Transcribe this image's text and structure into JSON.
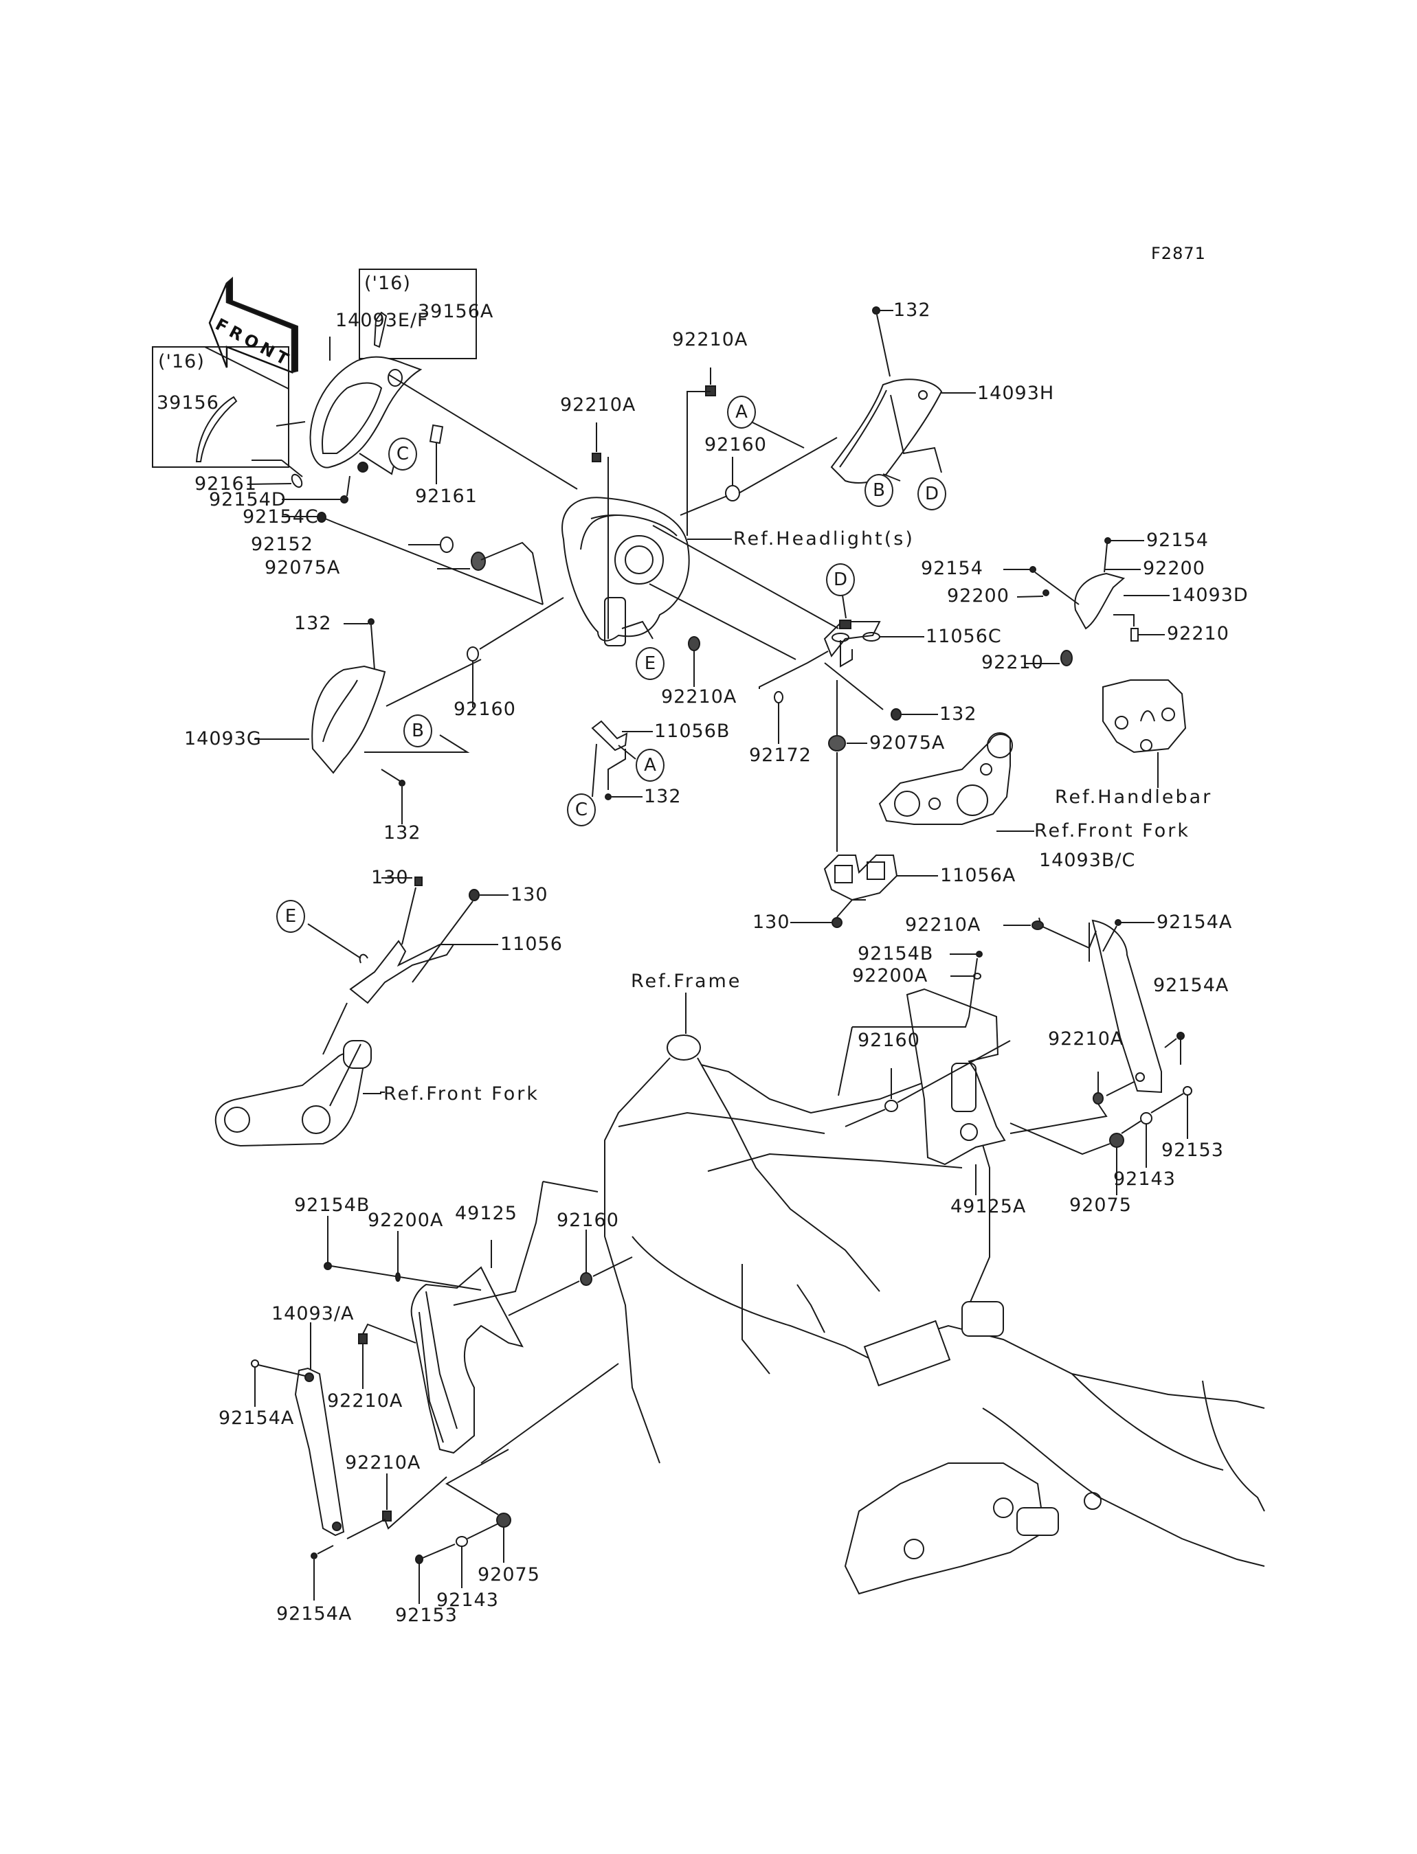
{
  "figure_id": "F2871",
  "front_arrow_label": "FRONT",
  "insets": [
    {
      "id": "inset-39156",
      "year_note": "('16)",
      "part": "39156"
    },
    {
      "id": "inset-39156A",
      "year_note": "('16)",
      "part": "39156A"
    }
  ],
  "callouts": {
    "A": "A",
    "B": "B",
    "C": "C",
    "D": "D",
    "E": "E"
  },
  "labels": {
    "p14093EF": "14093E/F",
    "p39156": "39156",
    "p39156A": "39156A",
    "p92161a": "92161",
    "p92161b": "92161",
    "p92154D": "92154D",
    "p92154C": "92154C",
    "p92152": "92152",
    "p92075A_1": "92075A",
    "p92210A_1": "92210A",
    "p92210A_2": "92210A",
    "p92160_1": "92160",
    "p132_top": "132",
    "p14093H": "14093H",
    "ref_headlight": "Ref.Headlight(s)",
    "p92154_1": "92154",
    "p92200_1": "92200",
    "p92154_2": "92154",
    "p92200_2": "92200",
    "p14093D": "14093D",
    "p92210_1": "92210",
    "p92210_2": "92210",
    "ref_handlebar": "Ref.Handlebar",
    "p11056C": "11056C",
    "p132_mid": "132",
    "p92075A_2": "92075A",
    "p92172": "92172",
    "p132_left": "132",
    "p92160_2": "92160",
    "p14093G": "14093G",
    "p132_bottom": "132",
    "p92210A_3": "92210A",
    "p11056B": "11056B",
    "p132_b2": "132",
    "ref_front_fork_1": "Ref.Front Fork",
    "p11056A": "11056A",
    "p130_1": "130",
    "p130_2": "130",
    "p130_3": "130",
    "p11056": "11056",
    "ref_front_fork_2": "Ref.Front Fork",
    "p14093BC": "14093B/C",
    "p92154A_1": "92154A",
    "p92210A_4": "92210A",
    "p92154B_1": "92154B",
    "p92200A_1": "92200A",
    "ref_frame": "Ref.Frame",
    "p92160_3": "92160",
    "p92154A_2": "92154A",
    "p92210A_5": "92210A",
    "p92153_1": "92153",
    "p92143_1": "92143",
    "p92075_1": "92075",
    "p49125A": "49125A",
    "p92154B_2": "92154B",
    "p92200A_2": "92200A",
    "p49125": "49125",
    "p92160_4": "92160",
    "p14093A": "14093/A",
    "p92210A_6": "92210A",
    "p92154A_3": "92154A",
    "p92210A_7": "92210A",
    "p92154A_4": "92154A",
    "p92143_2": "92143",
    "p92075_2": "92075",
    "p92153_2": "92153"
  }
}
